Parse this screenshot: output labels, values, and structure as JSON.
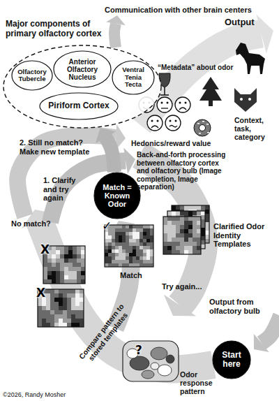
{
  "diagram": {
    "nodes": [
      {
        "text": [
          "Major components of primary olfactory cortex"
        ]
      },
      {
        "text": [
          "Olfactory Tubercle"
        ],
        "in": 0
      },
      {
        "text": [
          "Anterior Olfactory Nucleus"
        ],
        "in": 0
      },
      {
        "text": [
          "Ventral Tenia Tecta"
        ],
        "in": 0
      },
      {
        "text": [
          "Piriform Cortex"
        ],
        "in": 0
      },
      {
        "text": [
          "Match = Known Odor"
        ]
      },
      {
        "text": [
          "Start here"
        ]
      }
    ],
    "edges": [
      {
        "from": 5,
        "to": 0,
        "arrow": "to"
      }
    ],
    "labels": [
      "Communication with other brain centers",
      "Output",
      "“Metadata” about odor",
      "Context, task, category",
      "Hedonics/reward value",
      "2. Still no match? Make new template",
      "1. Clarify and try again",
      "Back-and-forth processing between olfactory cortex and olfactory bulb (Image completion, Image separation)",
      "No match?",
      "Match",
      "Clarified Odor Identity Templates",
      "Try again...",
      "Compare pattern to stored templates",
      "Output from olfactory bulb",
      "Odor response pattern",
      "X",
      "X",
      "✓",
      "?",
      "©2026, Randy Mosher"
    ]
  }
}
